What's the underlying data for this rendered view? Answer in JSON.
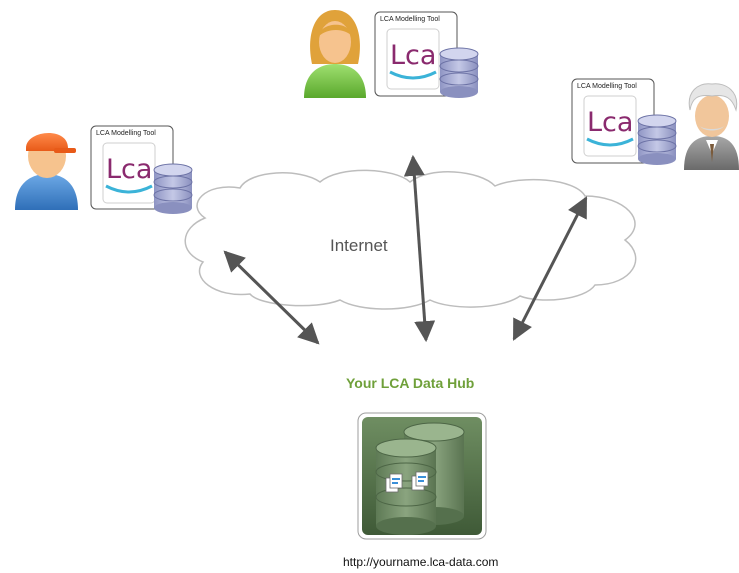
{
  "cloud": {
    "label": "Internet"
  },
  "hub": {
    "title": "Your LCA Data Hub",
    "url": "http://yourname.lca-data.com",
    "colors": {
      "title": "#6fa03a",
      "box": "#4f6e45"
    }
  },
  "tools": [
    {
      "id": "left",
      "caption": "LCA Modelling Tool",
      "logo_text": "Lca",
      "user_icon": "user-orange-cap-icon"
    },
    {
      "id": "top",
      "caption": "LCA Modelling Tool",
      "logo_text": "Lca",
      "user_icon": "user-woman-icon"
    },
    {
      "id": "right",
      "caption": "LCA Modelling Tool",
      "logo_text": "Lca",
      "user_icon": "user-professor-icon"
    }
  ],
  "colors": {
    "lca_logo": "#8a2a6e",
    "arrow": "#555555",
    "database": "#9aa0c8"
  }
}
